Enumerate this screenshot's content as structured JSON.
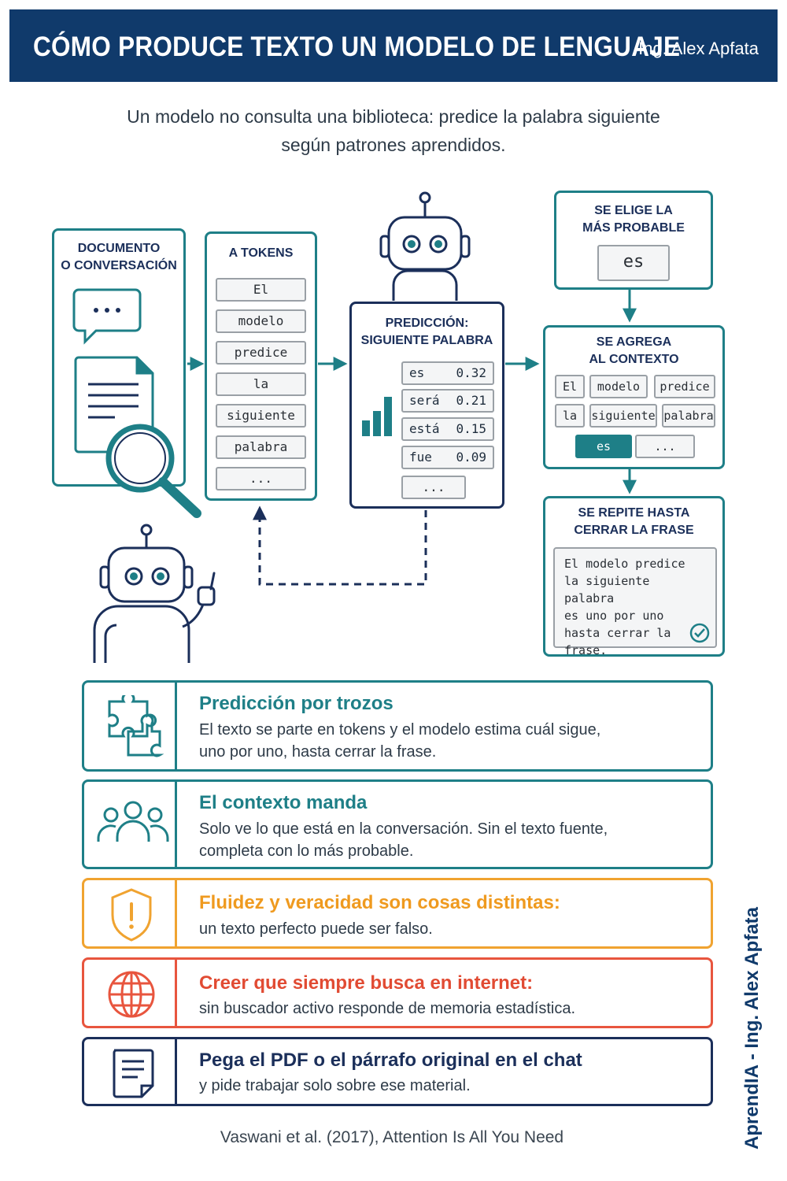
{
  "header": {
    "title": "CÓMO PRODUCE TEXTO UN MODELO DE LENGUAJE",
    "author": "Ing. Alex Apfata"
  },
  "subtitle": {
    "line1": "Un modelo no consulta una biblioteca: predice la palabra siguiente",
    "line2": "según patrones aprendidos."
  },
  "diagram": {
    "document": {
      "label_line1": "DOCUMENTO",
      "label_line2": "O CONVERSACIÓN"
    },
    "tokens": {
      "label": "A TOKENS",
      "items": [
        "El",
        "modelo",
        "predice",
        "la",
        "siguiente",
        "palabra",
        "..."
      ]
    },
    "prediction": {
      "label_line1": "PREDICCIÓN:",
      "label_line2": "SIGUIENTE PALABRA",
      "rows": [
        {
          "word": "es",
          "prob": "0.32"
        },
        {
          "word": "será",
          "prob": "0.21"
        },
        {
          "word": "está",
          "prob": "0.15"
        },
        {
          "word": "fue",
          "prob": "0.09"
        }
      ],
      "more": "..."
    },
    "chosen": {
      "label_line1": "SE ELIGE LA",
      "label_line2": "MÁS PROBABLE",
      "word": "es"
    },
    "context": {
      "label_line1": "SE AGREGA",
      "label_line2": "AL CONTEXTO",
      "row1": [
        "El",
        "modelo",
        "predice"
      ],
      "row2": [
        "la",
        "siguiente",
        "palabra"
      ],
      "new_token": "es",
      "more": "..."
    },
    "repeat": {
      "label_line1": "SE REPITE HASTA",
      "label_line2": "CERRAR LA FRASE",
      "lines": [
        "El modelo predice",
        "la siguiente palabra",
        "es uno por uno",
        "hasta cerrar la",
        "frase."
      ]
    }
  },
  "cards": [
    {
      "title": "Predicción por trozos",
      "lines": [
        "El texto se parte en tokens y el modelo estima cuál sigue,",
        "uno por uno, hasta cerrar la frase."
      ],
      "color": "#1e7f87",
      "title_color": "#1e7f87",
      "icon": "puzzle-icon"
    },
    {
      "title": "El contexto manda",
      "lines": [
        "Solo ve lo que está en la conversación. Sin el texto fuente,",
        "completa con lo más probable."
      ],
      "color": "#1e7f87",
      "title_color": "#1e7f87",
      "icon": "people-icon"
    },
    {
      "title": "Fluidez y veracidad son cosas distintas:",
      "lines": [
        "un texto perfecto puede ser falso."
      ],
      "color": "#f0a330",
      "title_color": "#ef9a1f",
      "icon": "shield-warning-icon"
    },
    {
      "title": "Creer que siempre busca en internet:",
      "lines": [
        "sin buscador activo responde de memoria estadística."
      ],
      "color": "#e8553e",
      "title_color": "#e14b33",
      "icon": "globe-icon"
    },
    {
      "title": "Pega el PDF o el párrafo original en el chat",
      "lines": [
        "y pide trabajar solo sobre ese material."
      ],
      "color": "#1b2f5a",
      "title_color": "#1b2f5a",
      "icon": "document-icon"
    }
  ],
  "footer": "Vaswani et al. (2017), Attention Is All You Need",
  "vertical_credit": "AprendIA - Ing. Alex Apfata",
  "colors": {
    "navy": "#103a6b",
    "teal": "#1e7f87",
    "orange": "#f0a330",
    "red": "#e8553e"
  }
}
